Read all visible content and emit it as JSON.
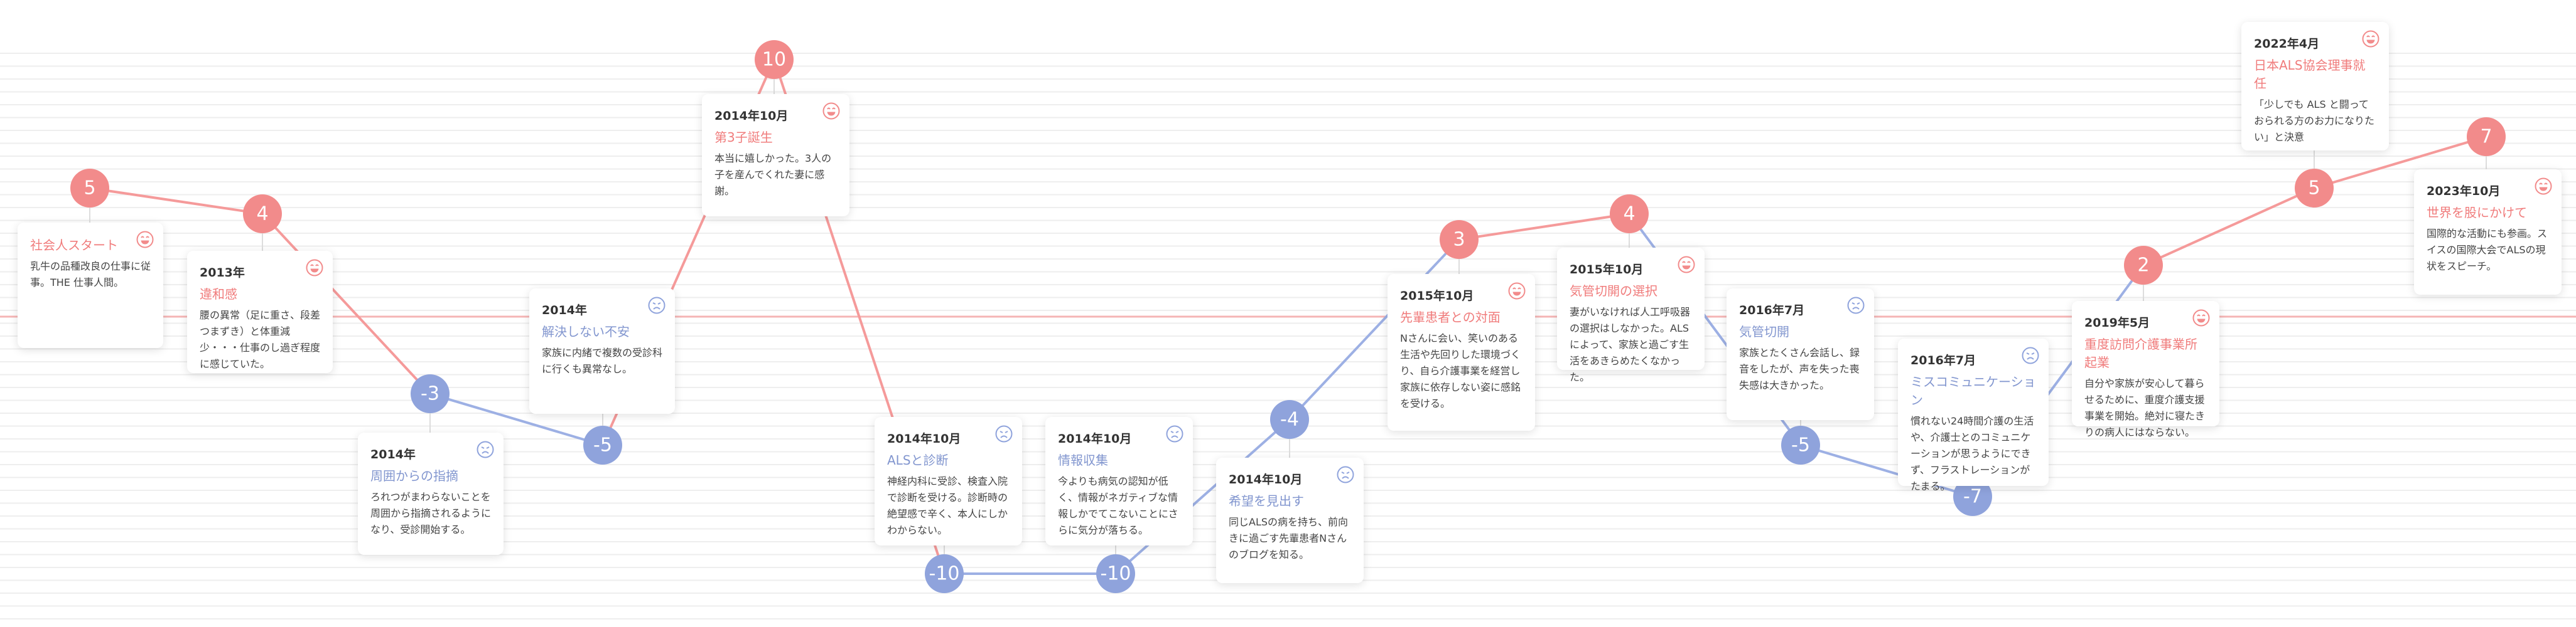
{
  "chart_data": {
    "type": "line",
    "ylim": [
      -10,
      10
    ],
    "grid": true,
    "colors": {
      "positive": "#f28b8b",
      "negative": "#8fa3dc",
      "line_positive": "#f59a9a",
      "line_negative": "#9db0e4",
      "grid": "#eeeeee",
      "zero_line": "#f5b5b5"
    },
    "points": [
      {
        "value": 5,
        "date": "",
        "title": "社会人スタート",
        "desc": "乳牛の品種改良の仕事に従事。THE 仕事人間。",
        "mood": "smile"
      },
      {
        "value": 4,
        "date": "2013年",
        "title": "違和感",
        "desc": "腰の異常（足に重さ、段差つまずき）と体重減少・・・仕事のし過ぎ程度に感じていた。",
        "mood": "smile"
      },
      {
        "value": -3,
        "date": "2014年",
        "title": "周囲からの指摘",
        "desc": "ろれつがまわらないことを周囲から指摘されるようになり、受診開始する。",
        "mood": "sad"
      },
      {
        "value": -5,
        "date": "2014年",
        "title": "解決しない不安",
        "desc": "家族に内緒で複数の受診科に行くも異常なし。",
        "mood": "sad"
      },
      {
        "value": 10,
        "date": "2014年10月",
        "title": "第3子誕生",
        "desc": "本当に嬉しかった。3人の子を産んでくれた妻に感謝。",
        "mood": "smile"
      },
      {
        "value": -10,
        "date": "2014年10月",
        "title": "ALSと診断",
        "desc": "神経内科に受診、検査入院で診断を受ける。診断時の絶望感で辛く、本人にしかわからない。",
        "mood": "sad"
      },
      {
        "value": -10,
        "date": "2014年10月",
        "title": "情報収集",
        "desc": "今よりも病気の認知が低く、情報がネガティブな情報しかでてこないことにさらに気分が落ちる。",
        "mood": "sad"
      },
      {
        "value": -4,
        "date": "2014年10月",
        "title": "希望を見出す",
        "desc": "同じALSの病を持ち、前向きに過ごす先輩患者Nさんのブログを知る。",
        "mood": "sad"
      },
      {
        "value": 3,
        "date": "2015年10月",
        "title": "先輩患者との対面",
        "desc": "Nさんに会い、笑いのある生活や先回りした環境づくり、自ら介護事業を経営し家族に依存しない姿に感銘を受ける。",
        "mood": "smile"
      },
      {
        "value": 4,
        "date": "2015年10月",
        "title": "気管切開の選択",
        "desc": "妻がいなければ人工呼吸器の選択はしなかった。ALSによって、家族と過ごす生活をあきらめたくなかった。",
        "mood": "smile"
      },
      {
        "value": -5,
        "date": "2016年7月",
        "title": "気管切開",
        "desc": "家族とたくさん会話し、録音をしたが、声を失った喪失感は大きかった。",
        "mood": "sad"
      },
      {
        "value": -7,
        "date": "2016年7月",
        "title": "ミスコミュニケーション",
        "desc": "慣れない24時間介護の生活や、介護士とのコミュニケーションが思うようにできず、フラストレーションがたまる。",
        "mood": "sad"
      },
      {
        "value": 2,
        "date": "2019年5月",
        "title": "重度訪問介護事業所起業",
        "desc": "自分や家族が安心して暮らせるために、重度介護支援事業を開始。絶対に寝たきりの病人にはならない。",
        "mood": "smile"
      },
      {
        "value": 5,
        "date": "2022年4月",
        "title": "日本ALS協会理事就任",
        "desc": "「少しでも ALS と闘っておられる方のお力になりたい」と決意",
        "mood": "smile"
      },
      {
        "value": 7,
        "date": "2023年10月",
        "title": "世界を股にかけて",
        "desc": "国際的な活動にも参画。スイスの国際大会でALSの現状をスピーチ。",
        "mood": "smile"
      }
    ]
  }
}
